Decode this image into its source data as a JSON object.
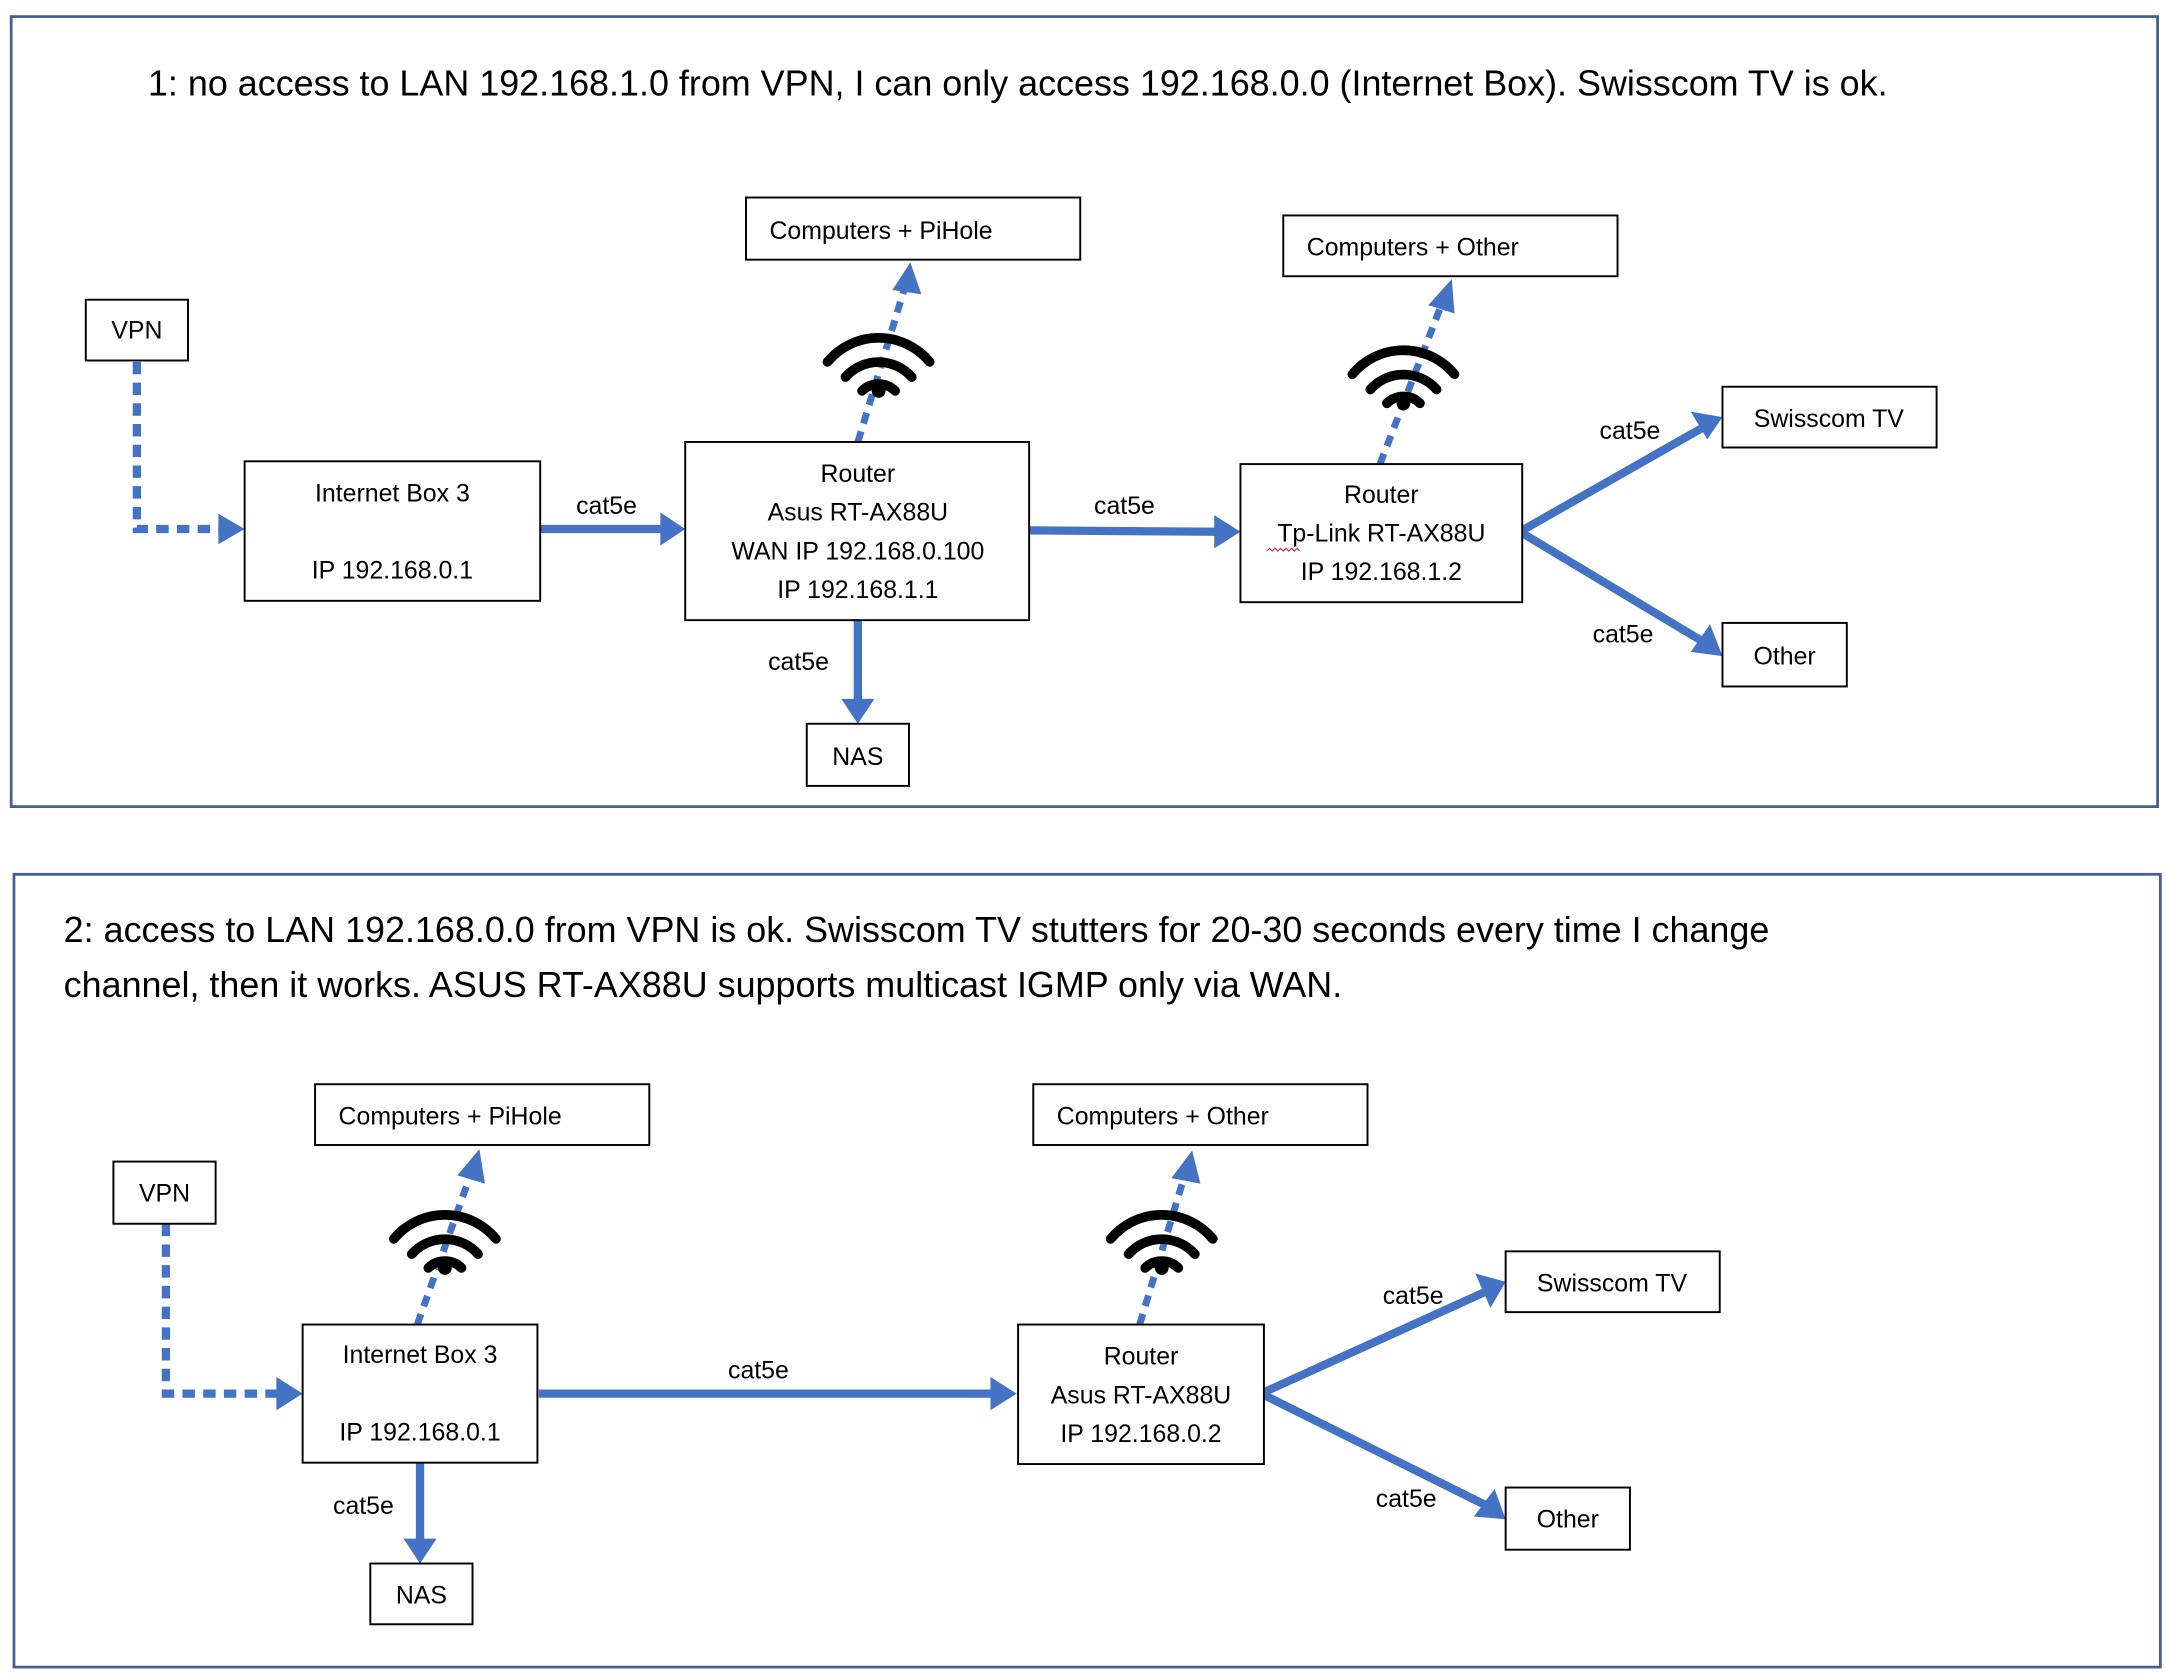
{
  "scenario1": {
    "title": "1: no access to LAN 192.168.1.0 from VPN, I can only access 192.168.0.0 (Internet Box). Swisscom TV is ok.",
    "nodes": {
      "vpn": [
        "VPN"
      ],
      "internet_box": [
        "Internet Box 3",
        "",
        "IP 192.168.0.1"
      ],
      "router_asus": [
        "Router",
        "Asus RT-AX88U",
        "WAN IP 192.168.0.100",
        "IP 192.168.1.1"
      ],
      "computers_pihole": [
        "Computers + PiHole"
      ],
      "computers_other": [
        "Computers + Other"
      ],
      "router_tplink": [
        "Router",
        "Tp-Link RT-AX88U",
        "IP 192.168.1.2"
      ],
      "swisscom_tv": [
        "Swisscom TV"
      ],
      "other": [
        "Other"
      ],
      "nas": [
        "NAS"
      ]
    },
    "links": {
      "box_to_asus": "cat5e",
      "asus_to_tplink": "cat5e",
      "asus_to_nas": "cat5e",
      "tplink_to_tv": "cat5e",
      "tplink_to_other": "cat5e"
    }
  },
  "scenario2": {
    "title_lines": [
      "2: access to LAN 192.168.0.0 from VPN is ok. Swisscom TV stutters for 20-30 seconds every time I change",
      "channel, then it works. ASUS RT-AX88U supports multicast IGMP only via WAN."
    ],
    "nodes": {
      "vpn": [
        "VPN"
      ],
      "internet_box": [
        "Internet Box 3",
        "",
        "IP 192.168.0.1"
      ],
      "router_asus": [
        "Router",
        "Asus RT-AX88U",
        "IP 192.168.0.2"
      ],
      "computers_pihole": [
        "Computers + PiHole"
      ],
      "computers_other": [
        "Computers + Other"
      ],
      "swisscom_tv": [
        "Swisscom TV"
      ],
      "other": [
        "Other"
      ],
      "nas": [
        "NAS"
      ]
    },
    "links": {
      "box_to_asus": "cat5e",
      "box_to_nas": "cat5e",
      "asus_to_tv": "cat5e",
      "asus_to_other": "cat5e"
    }
  },
  "icons": {
    "wifi": "wifi-icon",
    "vpn_link": "dotted-arrow",
    "wired_link": "solid-arrow"
  },
  "colors": {
    "link": "#4472c4",
    "panel_border": "#43618e"
  }
}
